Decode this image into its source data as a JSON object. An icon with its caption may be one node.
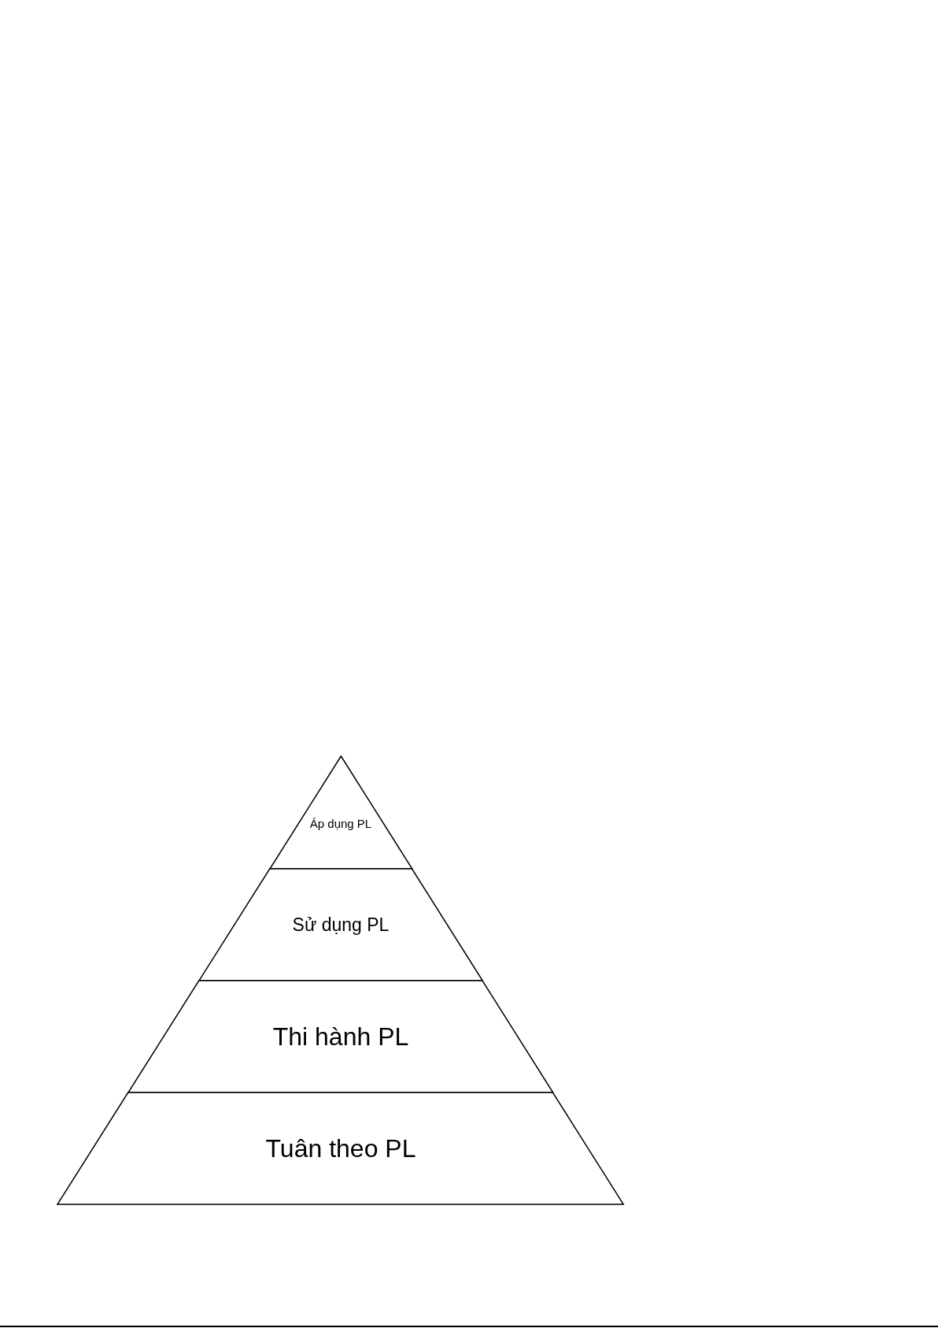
{
  "diagram": {
    "nodes": [
      {
        "text": [
          "Áp dụng PL"
        ]
      },
      {
        "text": [
          "Sử dụng PL"
        ]
      },
      {
        "text": [
          "Thi hành PL"
        ]
      },
      {
        "text": [
          "Tuân theo PL"
        ]
      }
    ]
  }
}
